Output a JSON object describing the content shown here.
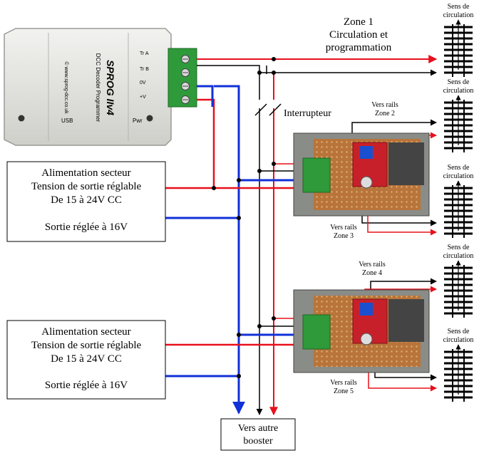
{
  "sprog": {
    "title": "SPROG IIv4",
    "subtitle": "DCC Decoder Programmer",
    "website": "© www.sprog-dcc.co.uk",
    "port_usb": "USB",
    "port_pwr": "Pwr",
    "terminal_labels": [
      "Tr A",
      "Tr B",
      "0V",
      "+V"
    ]
  },
  "zone1_label": [
    "Zone 1",
    "Circulation et",
    "programmation"
  ],
  "interrupteur_label": "Interrupteur",
  "supply1": {
    "lines": [
      "Alimentation secteur",
      "Tension de sortie réglable",
      "De 15 à 24V CC"
    ],
    "output": "Sortie réglée à 16V"
  },
  "supply2": {
    "lines": [
      "Alimentation secteur",
      "Tension de sortie réglable",
      "De 15 à 24V CC"
    ],
    "output": "Sortie réglée à 16V"
  },
  "booster_label": [
    "Vers autre",
    "booster"
  ],
  "zone2_label": [
    "Vers rails",
    "Zone 2"
  ],
  "zone3_label": [
    "Vers rails",
    "Zone 3"
  ],
  "zone4_label": [
    "Vers rails",
    "Zone 4"
  ],
  "zone5_label": [
    "Vers rails",
    "Zone 5"
  ],
  "sens_label": [
    "Sens de",
    "circulation"
  ],
  "colors": {
    "positive_wire": "#e8101c",
    "negative_wire": "#1030d8",
    "signal_wire": "#000000",
    "sense_arrow": "#e8101c"
  }
}
